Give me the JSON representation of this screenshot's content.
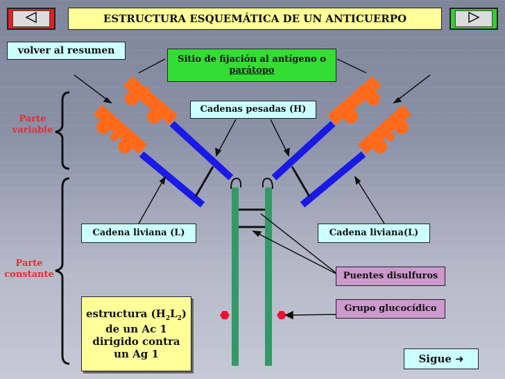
{
  "title": "ESTRUCTURA  ESQUEMÁTICA DE UN ANTICUERPO",
  "nav": {
    "prev_icon": "triangle-left-icon",
    "next_icon": "triangle-right-icon"
  },
  "back_link": "volver al resumen",
  "labels": {
    "binding_site_line1": "Sitio de fijación al antígeno o",
    "binding_site_line2": "parátopo",
    "heavy_chains": "Cadenas pesadas (H)",
    "light_chain_left": "Cadena liviana (L)",
    "light_chain_right": "Cadena liviana(L)",
    "disulfide": "Puentes disulfuros",
    "glyco": "Grupo glucocídico",
    "variable_part_line1": "Parte",
    "variable_part_line2": "variable",
    "constant_part_line1": "Parte",
    "constant_part_line2": "constante"
  },
  "structure_box": {
    "prefix": "estructura (H",
    "sub1": "2",
    "mid": "L",
    "sub2": "2",
    "suffix": ")",
    "line2": "de un Ac 1",
    "line3": "dirigido contra",
    "line4": "un Ag 1"
  },
  "next_button": {
    "label": "Sigue",
    "icon": "arrow-right-icon"
  },
  "colors": {
    "title_bg": "#ffff99",
    "binding_box_bg": "#33dd33",
    "label_bg": "#ccffff",
    "purple_bg": "#cc99cc",
    "heavy_chain": "#339966",
    "light_chain": "#1a1ae6",
    "variable_region": "#ff6a1a",
    "glyco_dot": "#ee1133",
    "nav_bg": "#33cc33",
    "variable_text": "#e03030"
  }
}
